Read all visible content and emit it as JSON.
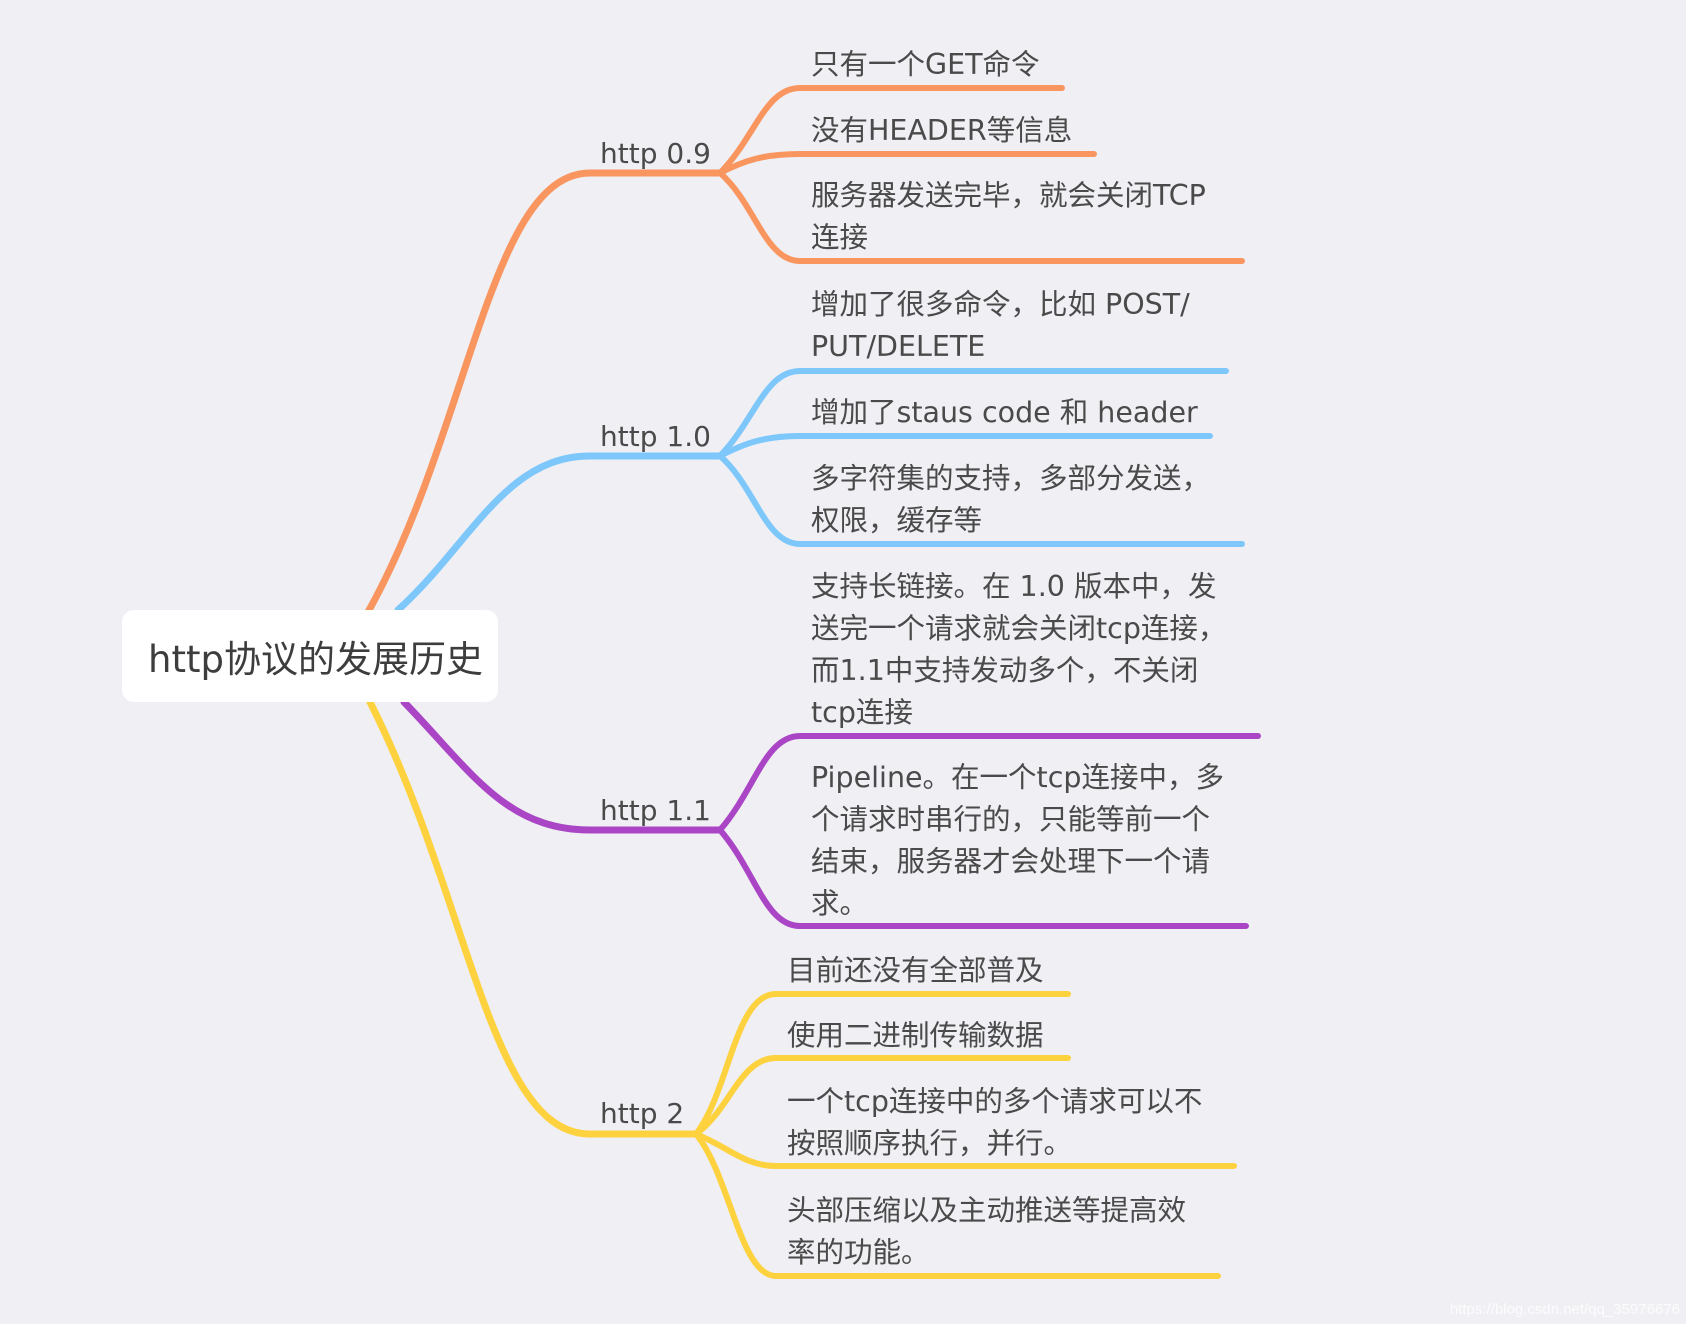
{
  "root": {
    "title": "http协议的发展历史"
  },
  "branches": [
    {
      "label": "http 0.9",
      "color": "#f99660",
      "leaves": [
        {
          "text": "只有一个GET命令"
        },
        {
          "text": "没有HEADER等信息"
        },
        {
          "text": "服务器发送完毕，就会关闭TCP\n连接"
        }
      ]
    },
    {
      "label": "http 1.0",
      "color": "#7ec7fb",
      "leaves": [
        {
          "text": "增加了很多命令，比如 POST/\nPUT/DELETE"
        },
        {
          "text": "增加了staus code 和 header"
        },
        {
          "text": "多字符集的支持，多部分发送，\n权限，缓存等"
        }
      ]
    },
    {
      "label": "http 1.1",
      "color": "#aa46c6",
      "leaves": [
        {
          "text": "支持长链接。在 1.0 版本中，发\n送完一个请求就会关闭tcp连接，\n而1.1中支持发动多个，不关闭\ntcp连接"
        },
        {
          "text": "Pipeline。在一个tcp连接中，多\n个请求时串行的，只能等前一个\n结束，服务器才会处理下一个请\n求。"
        }
      ]
    },
    {
      "label": "http 2",
      "color": "#fdd23e",
      "leaves": [
        {
          "text": "目前还没有全部普及"
        },
        {
          "text": "使用二进制传输数据"
        },
        {
          "text": "一个tcp连接中的多个请求可以不\n按照顺序执行，并行。"
        },
        {
          "text": "头部压缩以及主动推送等提高效\n率的功能。"
        }
      ]
    }
  ],
  "watermark": "https://blog.csdn.net/qq_35976676"
}
